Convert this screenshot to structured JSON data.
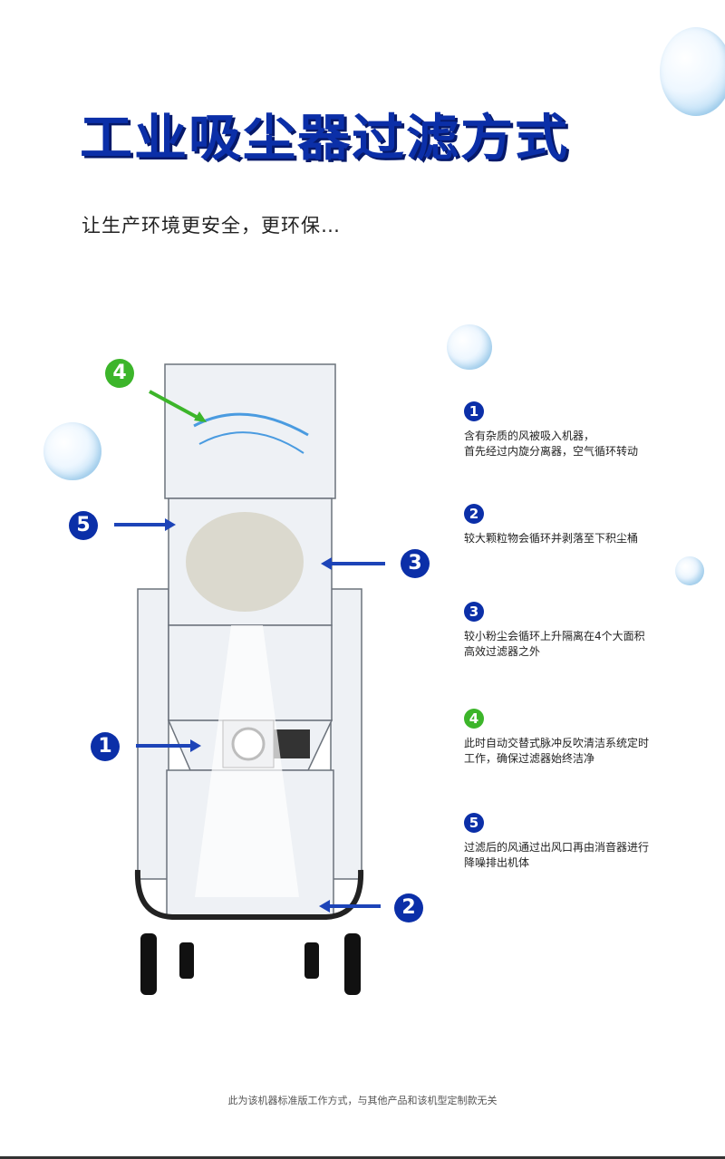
{
  "title": "工业吸尘器过滤方式",
  "subtitle": "让生产环境更安全，更环保…",
  "colors": {
    "blue": "#0b2fa8",
    "green": "#3cb52a"
  },
  "steps": [
    {
      "num": "1",
      "color": "#0b2fa8",
      "lines": [
        "含有杂质的风被吸入机器，",
        "首先经过内旋分离器，空气循环转动"
      ]
    },
    {
      "num": "2",
      "color": "#0b2fa8",
      "lines": [
        "较大颗粒物会循环并剥落至下积尘桶"
      ]
    },
    {
      "num": "3",
      "color": "#0b2fa8",
      "lines": [
        "较小粉尘会循环上升隔离在4个大面积",
        "高效过滤器之外"
      ]
    },
    {
      "num": "4",
      "color": "#3cb52a",
      "lines": [
        "此时自动交替式脉冲反吹清洁系统定时",
        "工作，确保过滤器始终洁净"
      ]
    },
    {
      "num": "5",
      "color": "#0b2fa8",
      "lines": [
        "过滤后的风通过出风口再由消音器进行",
        "降噪排出机体"
      ]
    }
  ],
  "markers": {
    "m1": "1",
    "m2": "2",
    "m3": "3",
    "m4": "4",
    "m5": "5"
  },
  "footer": "此为该机器标准版工作方式，与其他产品和该机型定制款无关"
}
